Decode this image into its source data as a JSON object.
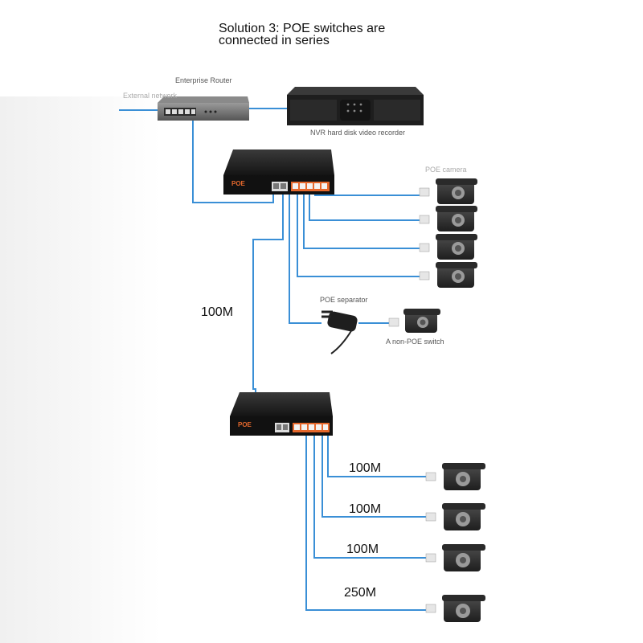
{
  "title": {
    "line1": "Solution 3: POE switches are",
    "line2": "connected in series"
  },
  "labels": {
    "enterprise_router": "Enterprise Router",
    "external_network": "External network",
    "nvr": "NVR hard disk video recorder",
    "poe_camera": "POE camera",
    "poe_separator": "POE separator",
    "non_poe_switch": "A non-POE switch",
    "link_speed_uplink": "100M",
    "cam1_speed": "100M",
    "cam2_speed": "100M",
    "cam3_speed": "100M",
    "cam4_speed": "250M"
  },
  "switch_brand": "POE",
  "colors": {
    "cable": "#3a8fd6",
    "switch_body": "#1c1c1c",
    "router_body": "#6e6e6e",
    "port_orange": "#e5682c",
    "camera_body": "#d8d8d8"
  }
}
